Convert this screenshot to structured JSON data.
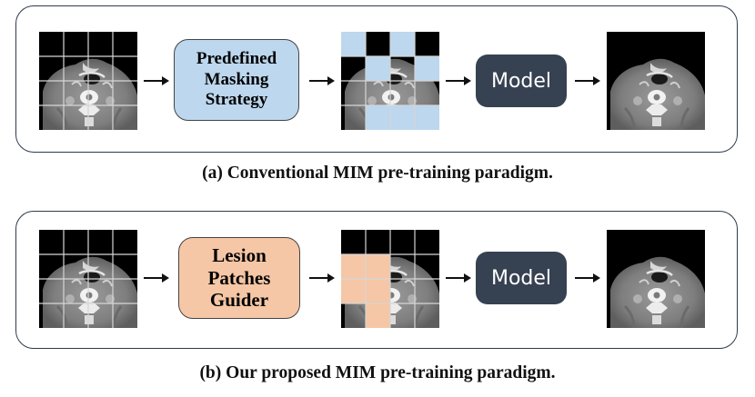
{
  "panel_a": {
    "box_label": "Predefined\nMasking\nStrategy",
    "box_color": "#bcd7ee",
    "model_label": "Model",
    "caption": "(a) Conventional MIM pre-training paradigm.",
    "mask_color": "#bcd7ee"
  },
  "panel_b": {
    "box_label": "Lesion\nPatches\nGuider",
    "box_color": "#f5c7a6",
    "model_label": "Model",
    "caption": "(b) Our proposed MIM pre-training paradigm.",
    "mask_color": "#f5c7a6"
  },
  "icons": [
    "ct-scan-image",
    "arrow-right-icon"
  ]
}
